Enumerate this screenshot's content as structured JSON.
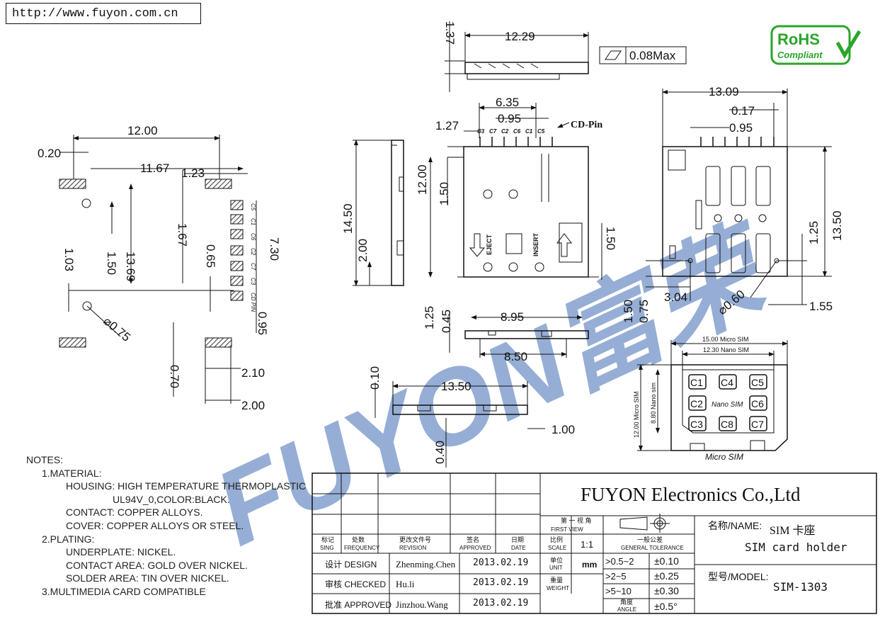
{
  "header": {
    "url": "http://www.fuyon.com.cn",
    "rohs_line1": "RoHS",
    "rohs_line2": "Compliant"
  },
  "watermark": {
    "text": "FUYON富荣",
    "color": "#6f8fc6"
  },
  "dims": {
    "d12_00_top": "12.00",
    "d0_20": "0.20",
    "d11_67": "11.67",
    "d1_23": "1.23",
    "d1_50_left": "1.50",
    "d13_69": "13.69",
    "d1_67": "1.67",
    "d0_65": "0.65",
    "d7_30": "7.30",
    "d1_03": "1.03",
    "d0_75": "⌀0.75",
    "d0_95_left": "0.95",
    "d0_70": "0.70",
    "d2_10": "2.10",
    "d2_00_bottom": "2.00",
    "d1_37": "1.37",
    "d12_29": "12.29",
    "flatness": "0.08Max",
    "d6_35": "6.35",
    "d0_95_mid": "0.95",
    "d1_27": "1.27",
    "cd_pin": "CD-Pin",
    "pin_labels": [
      "C3",
      "C7",
      "C2",
      "C6",
      "C1",
      "C5"
    ],
    "d14_50": "14.50",
    "d2_00_side": "2.00",
    "d12_00_mid": "12.00",
    "d1_50_mid": "1.50",
    "d1_50_mid_right": "1.50",
    "d1_25_mid": "1.25",
    "d0_45": "0.45",
    "d8_95": "8.95",
    "d8_50": "8.50",
    "d0_10": "0.10",
    "d13_50_bottom": "13.50",
    "d1_00": "1.00",
    "d0_40": "0.40",
    "d13_09": "13.09",
    "d0_17": "0.17",
    "d0_95_right": "0.95",
    "d13_50_right": "13.50",
    "d1_25_right": "1.25",
    "d1_50_right": "1.50",
    "d0_75_right": "0.75",
    "d3_04": "3.04",
    "d0_60": "⌀0.60",
    "d1_55": "1.55",
    "eject": "EJECT",
    "insert": "INSERT",
    "pad_labels": [
      "C5",
      "C1",
      "C6",
      "C2",
      "C7",
      "C3",
      "CD PIN"
    ]
  },
  "sim_card": {
    "w_micro": "15.00 Micro SIM",
    "w_nano": "12.30 Nano SIM",
    "h_micro": "12.00 Micro SIM",
    "h_nano": "8.80 Nano sim",
    "nano_label": "Nano SIM",
    "micro_label": "Micro SIM",
    "contacts": [
      "C1",
      "C4",
      "C5",
      "C2",
      "C6",
      "C3",
      "C8",
      "C7"
    ]
  },
  "notes": {
    "title": "NOTES:",
    "lines": [
      {
        "level": 1,
        "text": "1.MATERIAL:"
      },
      {
        "level": 2,
        "text": "HOUSING: HIGH TEMPERATURE THERMOPLASTIC"
      },
      {
        "level": 3,
        "text": "UL94V_0,COLOR:BLACK."
      },
      {
        "level": 2,
        "text": "CONTACT: COPPER ALLOYS."
      },
      {
        "level": 2,
        "text": "COVER: COPPER ALLOYS OR STEEL."
      },
      {
        "level": 1,
        "text": "2.PLATING:"
      },
      {
        "level": 2,
        "text": "UNDERPLATE: NICKEL."
      },
      {
        "level": 2,
        "text": "CONTACT AREA: GOLD OVER NICKEL."
      },
      {
        "level": 2,
        "text": "SOLDER AREA: TIN OVER NICKEL."
      },
      {
        "level": 1,
        "text": "3.MULTIMEDIA CARD COMPATIBLE"
      }
    ]
  },
  "title_block": {
    "company": "FUYON Electronics Co.,Ltd",
    "projection_cn": "第 一 视 角",
    "projection_en": "FIRST VIEW",
    "mark_cn": "标记",
    "mark_en": "SING",
    "freq_cn": "处数",
    "freq_en": "FREQUENCY",
    "rev_cn": "更改文件号",
    "rev_en": "REVISION",
    "appr_cn": "签名",
    "appr_en": "APPROVED",
    "date_cn": "日期",
    "date_en": "DATE",
    "scale_cn": "比例",
    "scale_en": "SCALE",
    "scale": "1:1",
    "tol_cn": "一般公差",
    "tol_en": "GENERAL TOLERANCE",
    "unit_cn": "单位",
    "unit_en": "UNIT",
    "unit": "mm",
    "weight_cn": "重量",
    "weight_en": "WEIGHT",
    "angle_cn": "角度",
    "angle_en": "ANGLE",
    "tolerances": [
      {
        "range": ">0.5~2",
        "tol": "±0.10"
      },
      {
        "range": ">2~5",
        "tol": "±0.25"
      },
      {
        "range": ">5~10",
        "tol": "±0.30"
      }
    ],
    "angle_tol": "±0.5°",
    "rows": [
      {
        "role": "设计 DESIGN",
        "name": "Zhenming.Chen",
        "date": "2013.02.19"
      },
      {
        "role": "审核 CHECKED",
        "name": "Hu.li",
        "date": "2013.02.19"
      },
      {
        "role": "批准 APPROVED",
        "name": "Jinzhou.Wang",
        "date": "2013.02.19"
      }
    ],
    "name_label": "名称/NAME:",
    "name_cn": "SIM 卡座",
    "name_en": "SIM card holder",
    "model_label": "型号/MODEL:",
    "model": "SIM-1303"
  }
}
